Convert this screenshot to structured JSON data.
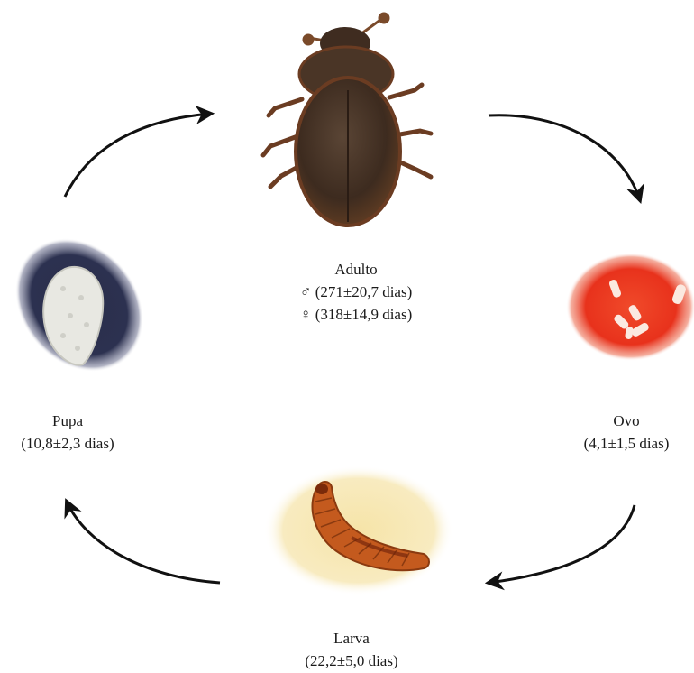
{
  "stages": {
    "adult": {
      "name": "Adulto",
      "male": "♂ (271±20,7 dias)",
      "female": "♀ (318±14,9 dias)",
      "image": "beetle-photo"
    },
    "egg": {
      "name": "Ovo",
      "duration": "(4,1±1,5 dias)",
      "image": "eggs-photo"
    },
    "larva": {
      "name": "Larva",
      "duration": "(22,2±5,0 dias)",
      "image": "larva-photo"
    },
    "pupa": {
      "name": "Pupa",
      "duration": "(10,8±2,3 dias)",
      "image": "pupa-photo"
    }
  },
  "colors": {
    "arrow": "#111111",
    "egg_background": "#e8321c",
    "pupa_background": "#2a2f4a",
    "larva_background": "#f6e4a8",
    "beetle_body": "#4a3526"
  }
}
